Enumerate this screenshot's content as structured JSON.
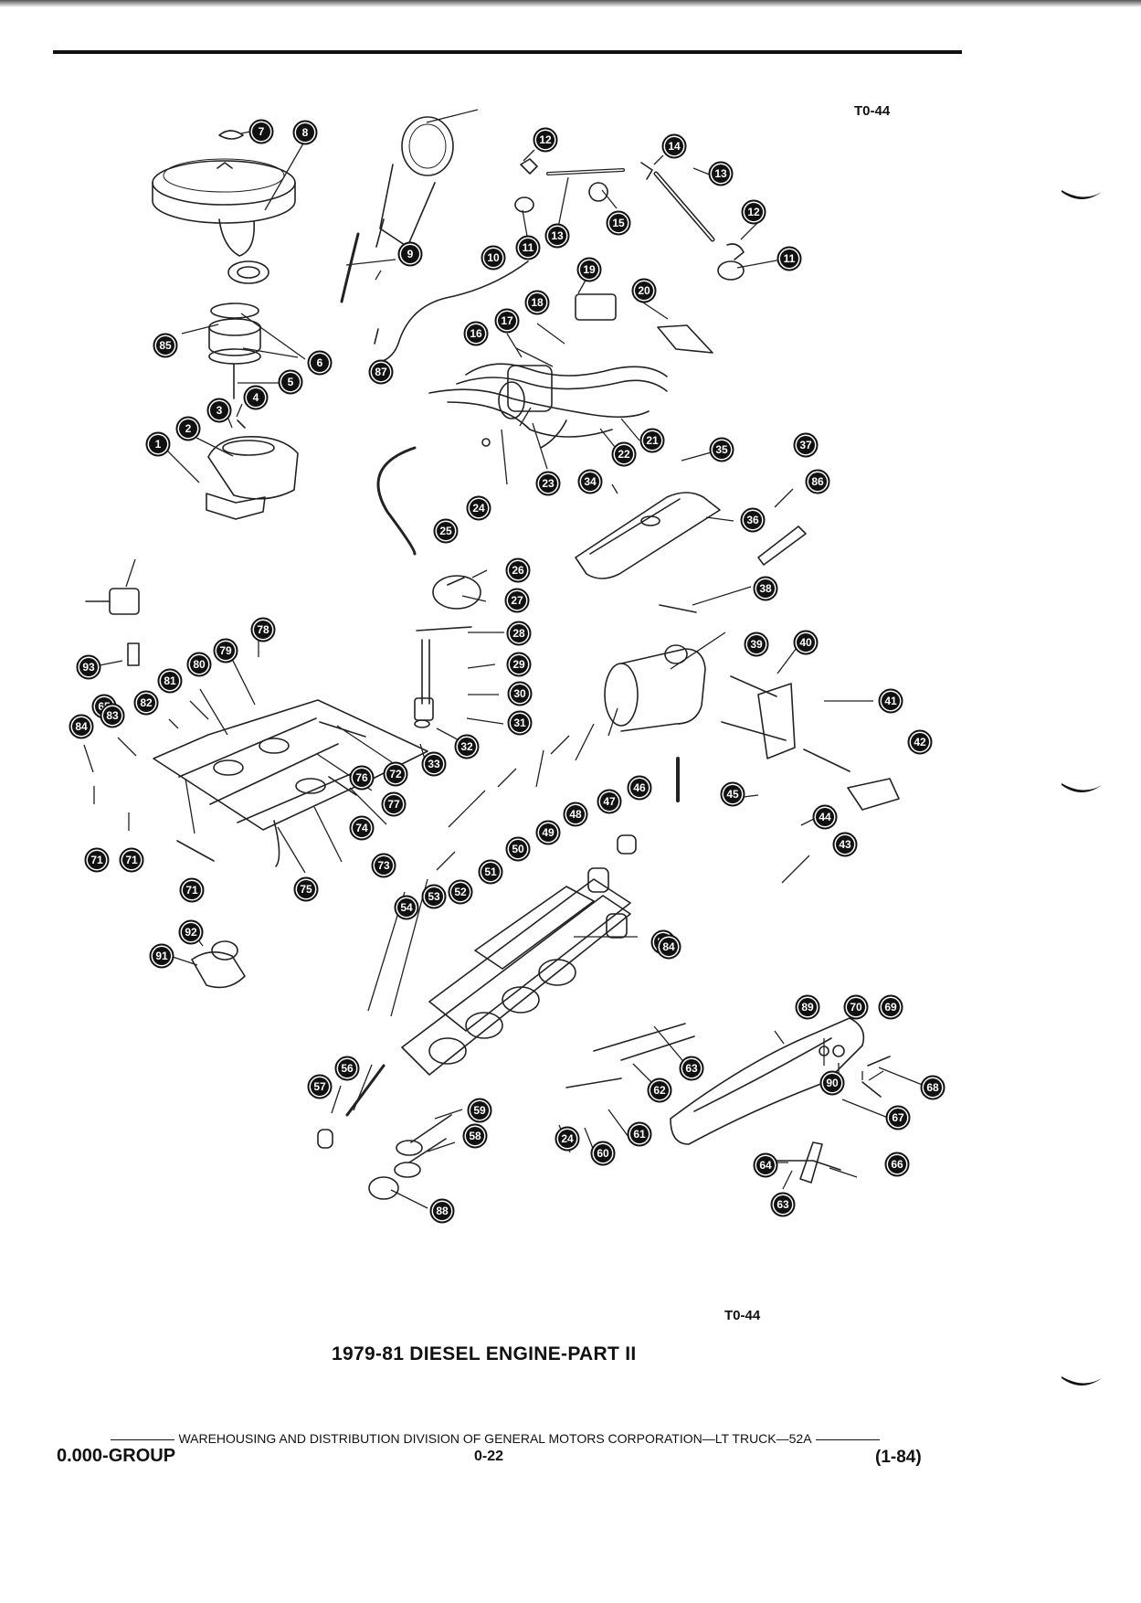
{
  "diagram_code_top": "T0-44",
  "diagram_code_bottom": "T0-44",
  "caption": "1979-81 DIESEL ENGINE-PART II",
  "footer": {
    "division": "WAREHOUSING AND DISTRIBUTION DIVISION OF GENERAL MOTORS CORPORATION—LT TRUCK—52A",
    "group": "0.000-GROUP",
    "page": "0-22",
    "date": "(1-84)"
  },
  "callouts": [
    "1",
    "2",
    "3",
    "4",
    "5",
    "6",
    "7",
    "8",
    "9",
    "10",
    "11",
    "11",
    "12",
    "12",
    "13",
    "13",
    "14",
    "15",
    "16",
    "17",
    "18",
    "19",
    "20",
    "21",
    "22",
    "23",
    "24",
    "24",
    "25",
    "26",
    "27",
    "28",
    "29",
    "30",
    "31",
    "32",
    "33",
    "34",
    "35",
    "36",
    "37",
    "38",
    "39",
    "40",
    "41",
    "42",
    "43",
    "44",
    "45",
    "46",
    "47",
    "48",
    "49",
    "50",
    "51",
    "52",
    "53",
    "54",
    "55",
    "56",
    "57",
    "58",
    "59",
    "60",
    "61",
    "62",
    "63",
    "63",
    "64",
    "65",
    "66",
    "67",
    "68",
    "69",
    "70",
    "71",
    "71",
    "71",
    "72",
    "73",
    "74",
    "75",
    "76",
    "77",
    "78",
    "79",
    "80",
    "81",
    "82",
    "83",
    "84",
    "84",
    "85",
    "86",
    "87",
    "88",
    "89",
    "90",
    "91",
    "92",
    "93"
  ]
}
